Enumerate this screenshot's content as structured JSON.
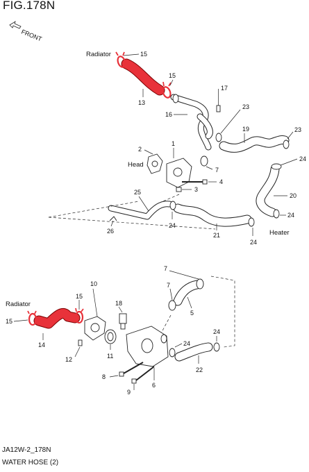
{
  "figure": {
    "title": "FIG.178N",
    "front_label": "FRONT",
    "code": "JA12W-2_178N",
    "caption": "WATER HOSE (2)"
  },
  "labels": {
    "radiator_top": "Radiator",
    "radiator_bottom": "Radiator",
    "head": "Head",
    "heater": "Heater"
  },
  "callouts": [
    "1",
    "2",
    "3",
    "4",
    "5",
    "6",
    "7",
    "8",
    "9",
    "10",
    "11",
    "12",
    "13",
    "14",
    "15",
    "16",
    "17",
    "18",
    "19",
    "20",
    "21",
    "22",
    "23",
    "24",
    "25",
    "26"
  ],
  "colors": {
    "highlight": "#e8323a",
    "line": "#222222"
  }
}
